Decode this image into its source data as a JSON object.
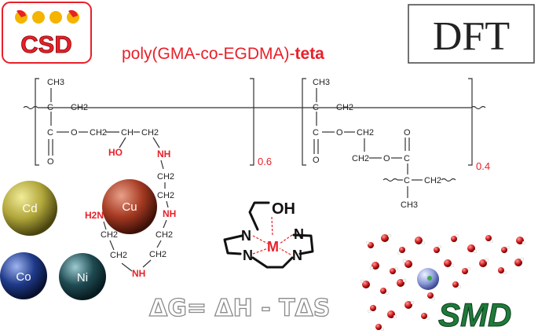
{
  "title": {
    "prefix": "poly(GMA-co-EGDMA)-",
    "suffix": "teta"
  },
  "logos": {
    "csd": "CSD",
    "dft": "DFT",
    "smd": "SMD"
  },
  "polymer": {
    "unit1": {
      "methyl": "CH3",
      "backbone_ch2": "CH2",
      "carbon": "C",
      "oxygen": "O",
      "chain_ch2_1": "CH2",
      "chain_ch": "CH",
      "chain_ch2_2": "CH2",
      "hydroxyl": "HO",
      "fraction": "0.6"
    },
    "unit2": {
      "methyl": "CH3",
      "backbone_ch2": "CH2",
      "carbon": "C",
      "oxygen": "O",
      "ester_ch2_1": "CH2",
      "ester_ch2_2": "CH2",
      "ester_o1": "O",
      "ester_o2": "O",
      "ester_c": "C",
      "ester_dbl_o": "O",
      "branch_c": "C",
      "branch_ch2": "CH2",
      "branch_ch3": "CH3",
      "fraction": "0.4"
    }
  },
  "teta_chain": {
    "nh1": "NH",
    "ch2_1": "CH2",
    "ch2_2": "CH2",
    "nh2": "NH",
    "ch2_3": "CH2",
    "ch2_4": "CH2",
    "nh3": "NH",
    "ch2_5": "CH2",
    "ch2_6": "CH2",
    "h2n": "H2N"
  },
  "metal_ions": [
    {
      "label": "Cd",
      "color": "#b0a63a"
    },
    {
      "label": "Cu",
      "color": "#a63a22"
    },
    {
      "label": "Co",
      "color": "#1e3a8a"
    },
    {
      "label": "Ni",
      "color": "#1f4a52"
    }
  ],
  "complex": {
    "oh": "OH",
    "n1": "N",
    "n2": "N",
    "n3": "N",
    "n4": "N",
    "metal": "M"
  },
  "equation": "ΔG= ΔH - TΔS",
  "colors": {
    "accent_red": "#e8202a",
    "smd_green": "#1f7a3a",
    "csd_yellow": "#f4b400"
  }
}
